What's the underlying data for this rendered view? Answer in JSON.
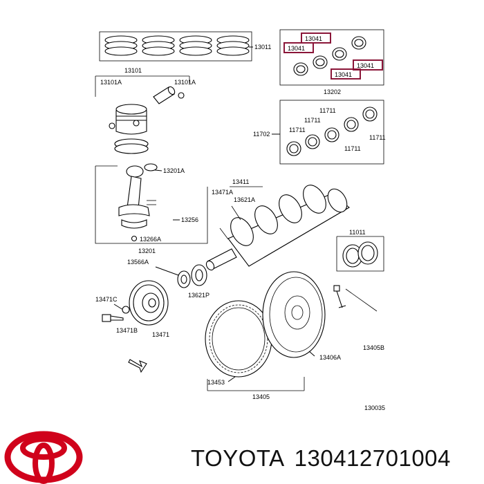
{
  "diagram": {
    "labels": {
      "rings_set": "13011",
      "piston_sub": "13101",
      "piston": "13101A",
      "pin": "13101A",
      "conrod_bushing": "13201A",
      "conrod_bolt": "13256",
      "conrod_nut": "13266A",
      "conrod_assy": "13201",
      "rod_bearing_label": "13041",
      "rod_bearing_set": "13202",
      "main_bearing": "11711",
      "main_bearing_set": "11702",
      "crankshaft": "13411",
      "crank_key": "13471A",
      "crank_gear": "13621A",
      "thrust_washers": "11011",
      "crank_sprocket_spacer": "13566A",
      "sprocket": "13621P",
      "pulley_key": "13471C",
      "pulley_bolt": "13471B",
      "pulley": "13471",
      "flywheel_bolt": "13405B",
      "flywheel": "13406A",
      "ring_gear": "13453",
      "flywheel_assy": "13405",
      "diagram_id": "130035"
    }
  },
  "footer": {
    "brand": "TOYOTA",
    "part_number": "130412701004",
    "logo_color": "#d0021b",
    "highlight_color": "#8a1538"
  }
}
